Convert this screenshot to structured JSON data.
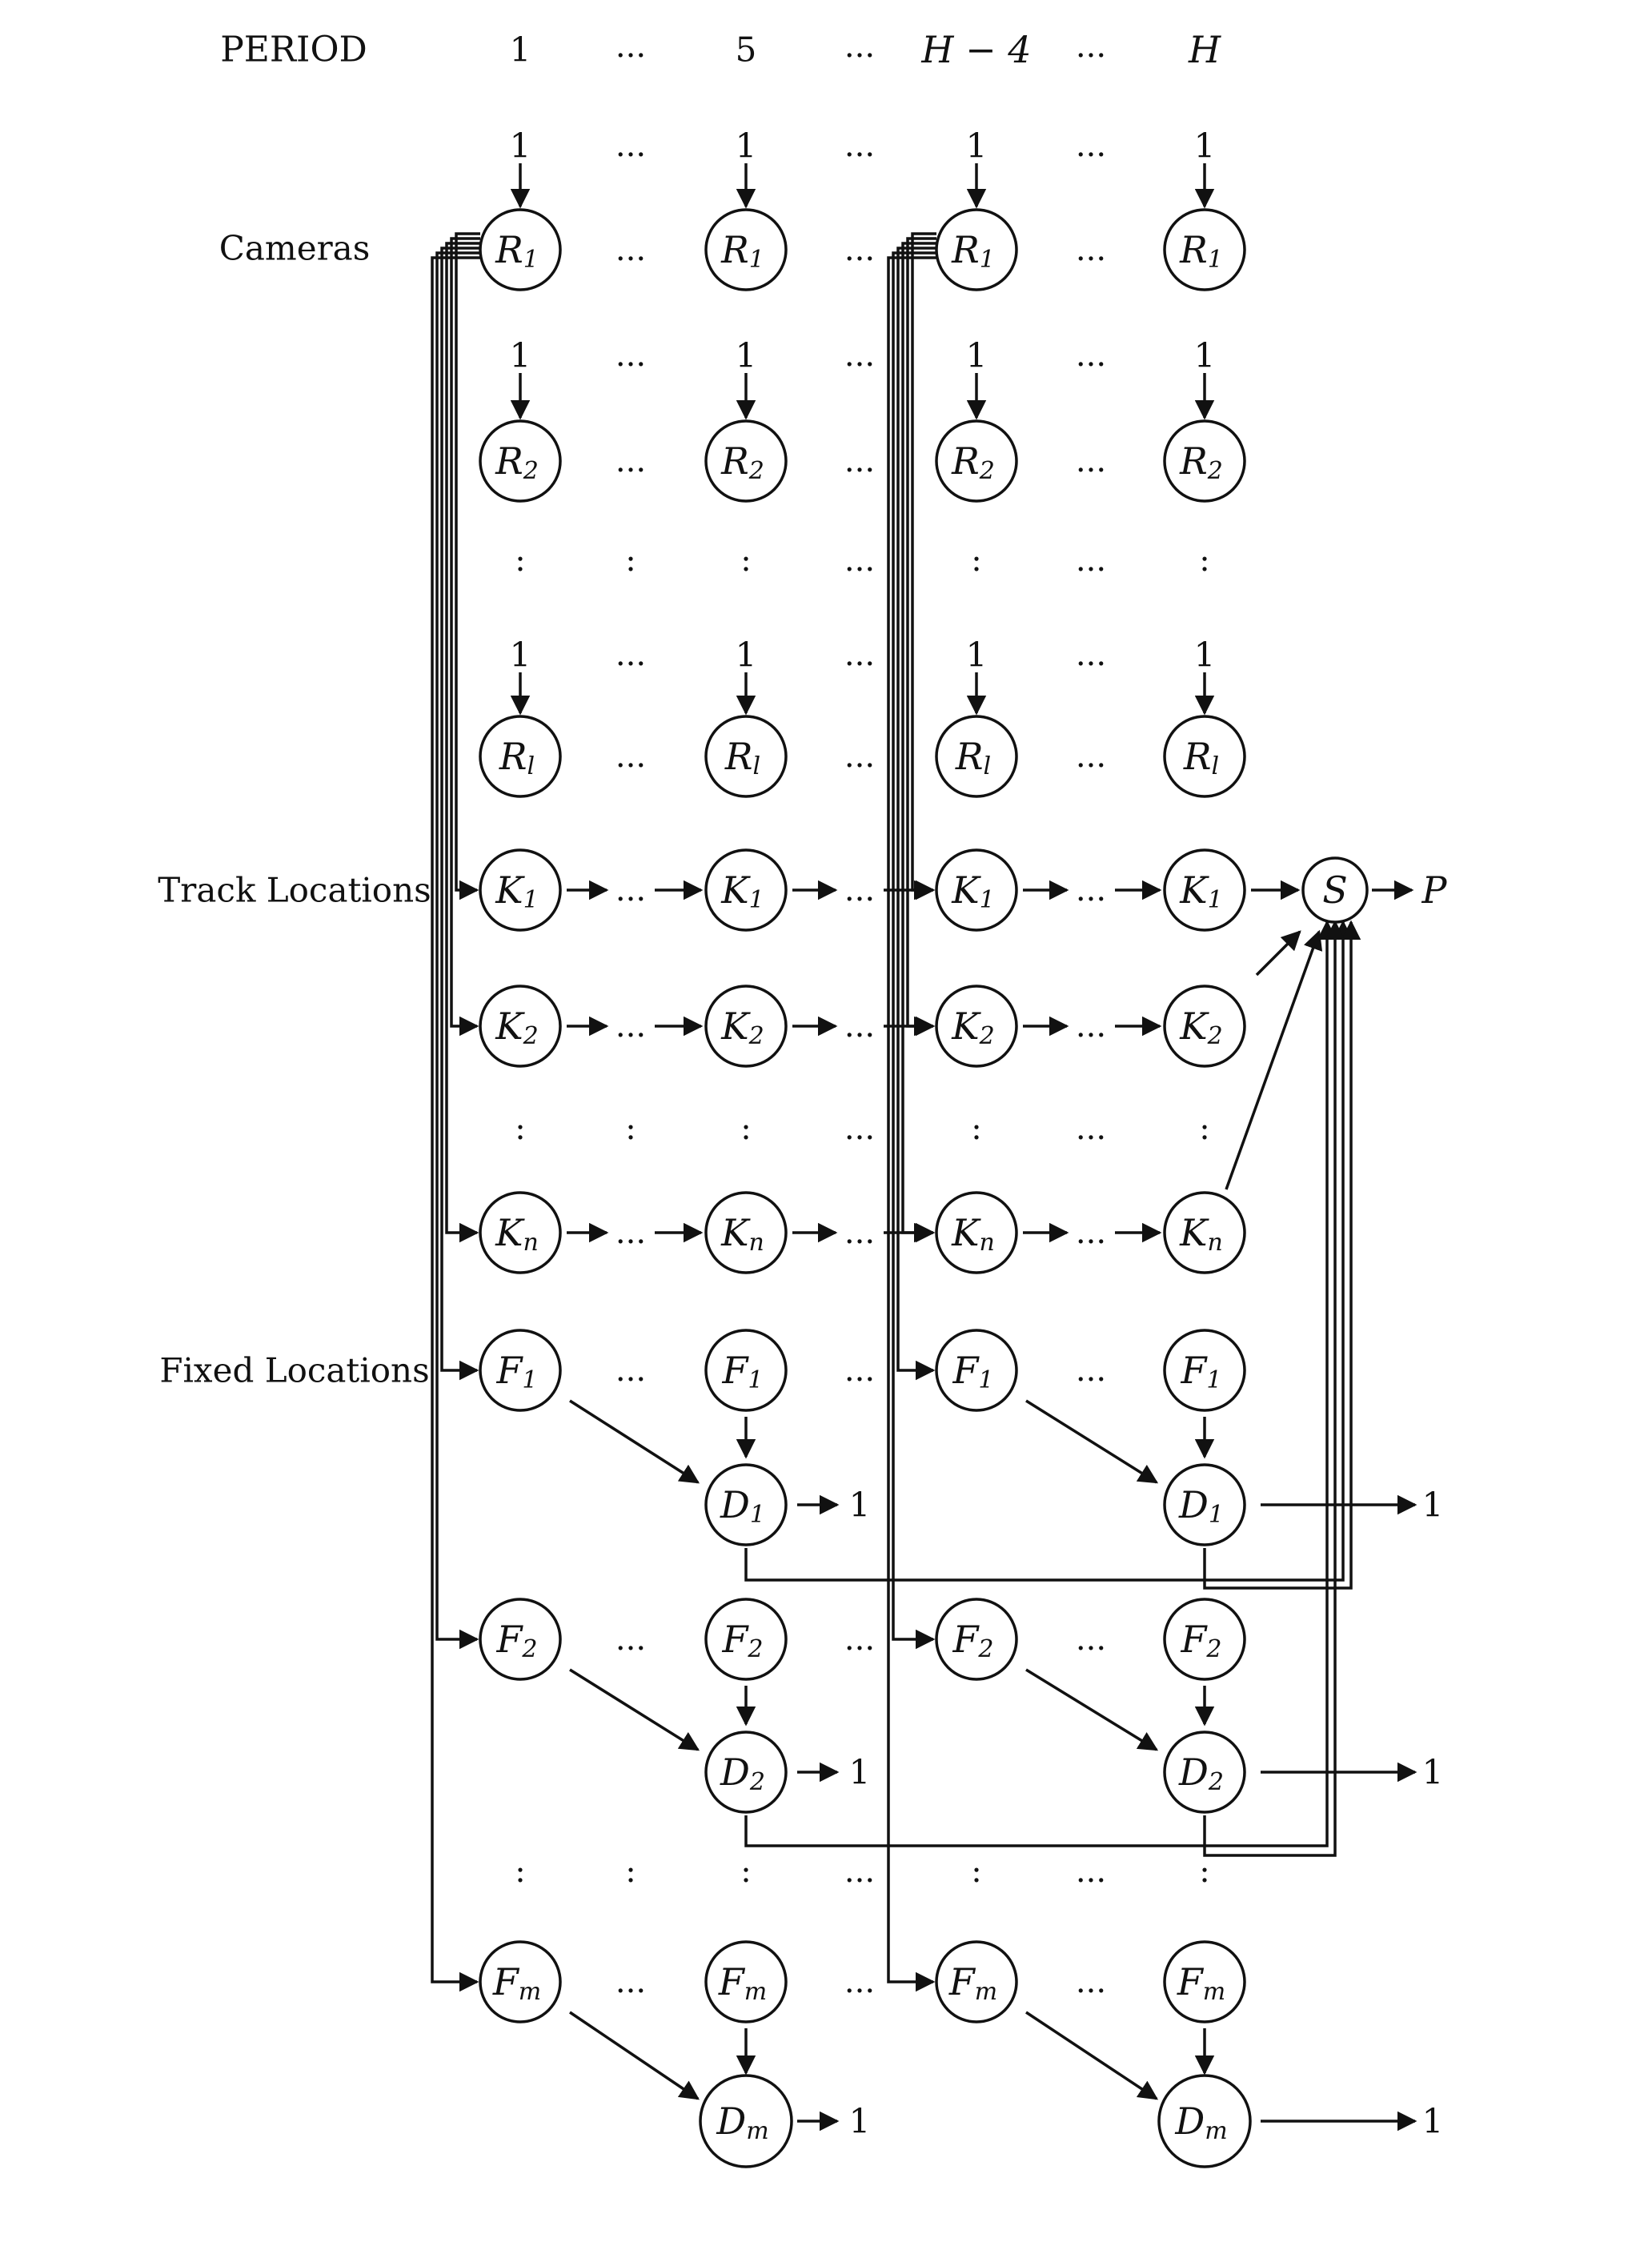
{
  "header": {
    "label": "PERIOD",
    "columns": [
      "1",
      "5",
      "H − 4",
      "H"
    ],
    "ellipsis": "..."
  },
  "row_labels": {
    "cameras": "Cameras",
    "track": "Track Locations",
    "fixed": "Fixed Locations"
  },
  "supply": "1",
  "vdots": ":",
  "nodes": {
    "cameras": [
      {
        "base": "R",
        "sub": "1"
      },
      {
        "base": "R",
        "sub": "2"
      },
      {
        "base": "R",
        "sub": "l"
      }
    ],
    "track": [
      {
        "base": "K",
        "sub": "1"
      },
      {
        "base": "K",
        "sub": "2"
      },
      {
        "base": "K",
        "sub": "n"
      }
    ],
    "fixed": [
      {
        "base": "F",
        "sub": "1",
        "demand": {
          "base": "D",
          "sub": "1"
        }
      },
      {
        "base": "F",
        "sub": "2",
        "demand": {
          "base": "D",
          "sub": "2"
        }
      },
      {
        "base": "F",
        "sub": "m",
        "demand": {
          "base": "D",
          "sub": "m"
        }
      }
    ]
  },
  "sink": {
    "node": "S",
    "output": "P"
  },
  "demand_output": "1"
}
